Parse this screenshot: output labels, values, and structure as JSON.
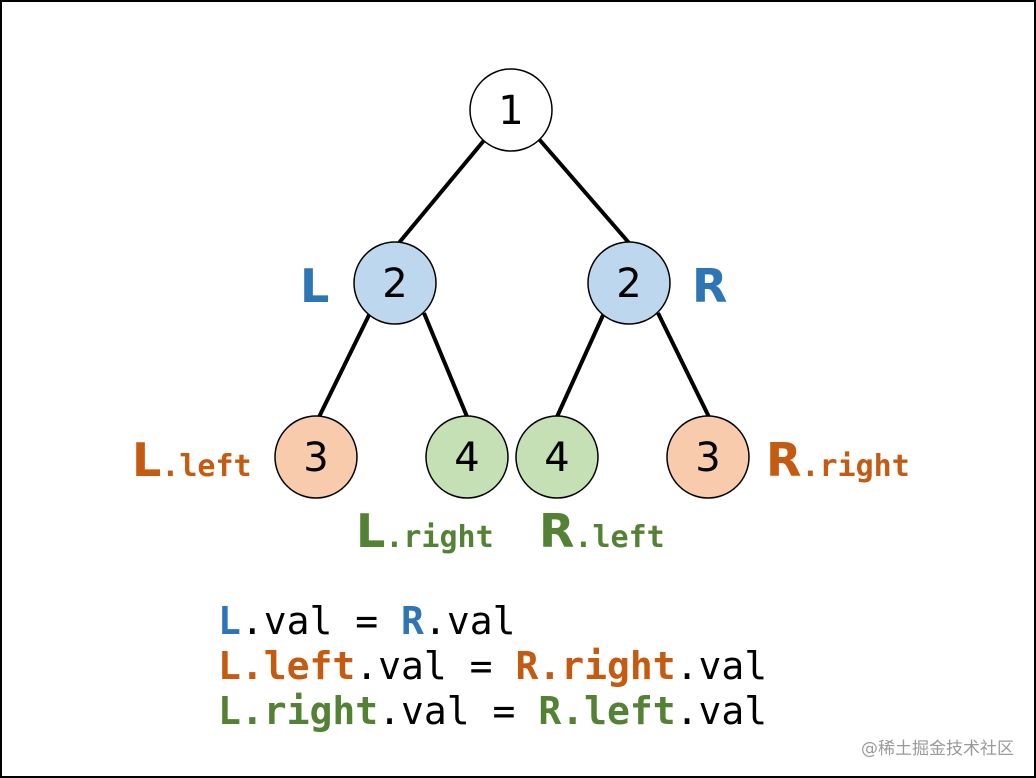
{
  "colors": {
    "blue": "#2e75b6",
    "orange": "#c55a11",
    "green": "#548235",
    "fill_root": "#ffffff",
    "fill_blue": "#bdd7ee",
    "fill_orange": "#f8cbad",
    "fill_green": "#c5e0b4"
  },
  "nodes": {
    "root": "1",
    "left": "2",
    "right": "2",
    "left_left": "3",
    "left_right": "4",
    "right_left": "4",
    "right_right": "3"
  },
  "labels": {
    "L": "L",
    "R": "R",
    "L_left_main": "L",
    "L_left_sub": ".left",
    "L_right_main": "L",
    "L_right_sub": ".right",
    "R_left_main": "R",
    "R_left_sub": ".left",
    "R_right_main": "R",
    "R_right_sub": ".right"
  },
  "equations": [
    {
      "a": "L",
      "a_suffix": "",
      "mid": ".val = ",
      "b": "R",
      "b_suffix": "",
      "end": ".val"
    },
    {
      "a": "L",
      "a_suffix": ".left",
      "mid": ".val = ",
      "b": "R",
      "b_suffix": ".right",
      "end": ".val"
    },
    {
      "a": "L",
      "a_suffix": ".right",
      "mid": ".val = ",
      "b": "R",
      "b_suffix": ".left",
      "end": ".val"
    }
  ],
  "watermark": "@稀土掘金技术社区"
}
